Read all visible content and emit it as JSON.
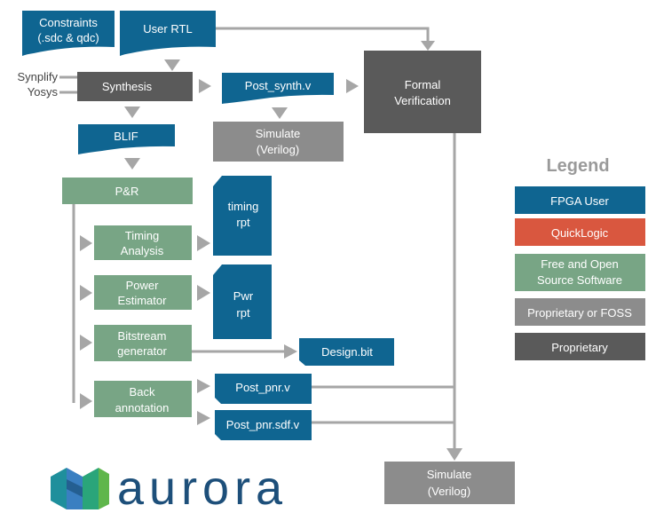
{
  "colors": {
    "fpga_user": "#0f6591",
    "quicklogic": "#d9573f",
    "foss": "#78a585",
    "prop_or_foss": "#8c8c8c",
    "proprietary": "#5a5a5a",
    "arrow": "#a6a6a6"
  },
  "nodes": {
    "constraints": [
      "Constraints",
      "(.sdc & qdc)"
    ],
    "user_rtl": [
      "User RTL"
    ],
    "synthesis": [
      "Synthesis"
    ],
    "post_synth": [
      "Post_synth.v"
    ],
    "formal": [
      "Formal",
      "Verification"
    ],
    "simulate1": [
      "Simulate",
      "(Verilog)"
    ],
    "blif": [
      "BLIF"
    ],
    "pr": [
      "P&R"
    ],
    "timing_rpt": [
      "timing",
      "rpt"
    ],
    "timing_analysis": [
      "Timing",
      "Analysis"
    ],
    "power_estimator": [
      "Power",
      "Estimator"
    ],
    "pwr_rpt": [
      "Pwr",
      "rpt"
    ],
    "bitstream": [
      "Bitstream",
      "generator"
    ],
    "design_bit": [
      "Design.bit"
    ],
    "back_annotation": [
      "Back",
      "annotation"
    ],
    "post_pnr": [
      "Post_pnr.v"
    ],
    "post_pnr_sdf": [
      "Post_pnr.sdf.v"
    ],
    "simulate2": [
      "Simulate",
      "(Verilog)"
    ]
  },
  "synth_tools": [
    "Synplify",
    "Yosys"
  ],
  "legend": {
    "title": "Legend",
    "items": [
      {
        "lines": [
          "FPGA User"
        ],
        "color": "#0f6591"
      },
      {
        "lines": [
          "QuickLogic"
        ],
        "color": "#d9573f"
      },
      {
        "lines": [
          "Free and Open",
          "Source Software"
        ],
        "color": "#78a585"
      },
      {
        "lines": [
          "Proprietary or FOSS"
        ],
        "color": "#8c8c8c"
      },
      {
        "lines": [
          "Proprietary"
        ],
        "color": "#5a5a5a"
      }
    ]
  },
  "logo": {
    "text": "aurora"
  }
}
